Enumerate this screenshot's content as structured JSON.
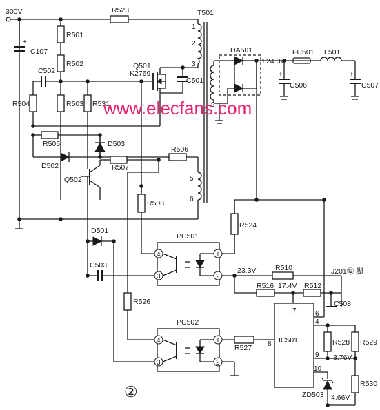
{
  "watermark": "www.elecfans.com",
  "figure_number": "②",
  "supply_label": "300V",
  "transformer": {
    "name": "T501",
    "pins": [
      "1",
      "2",
      "3",
      "5",
      "6",
      "8",
      "9"
    ]
  },
  "rectifier": {
    "name": "DA501",
    "pin": "1"
  },
  "mosfet": {
    "name": "Q501",
    "part": "K2769"
  },
  "transistor": {
    "name": "Q502"
  },
  "ic": {
    "name": "IC501",
    "pins": [
      "7",
      "6",
      "4",
      "8",
      "9",
      "10"
    ]
  },
  "optocouplers": [
    {
      "name": "PC501",
      "pins": [
        "4",
        "3",
        "1",
        "2"
      ]
    },
    {
      "name": "PC502",
      "pins": [
        "4",
        "3",
        "1",
        "2"
      ]
    }
  ],
  "resistors": [
    "R523",
    "R501",
    "R502",
    "R504",
    "R503",
    "R531",
    "R505",
    "R506",
    "R507",
    "R508",
    "R524",
    "R510",
    "R516",
    "R512",
    "R526",
    "R527",
    "R528",
    "R529",
    "R530"
  ],
  "capacitors": [
    "C107",
    "C502",
    "C501",
    "C506",
    "C507",
    "C503",
    "C508"
  ],
  "diodes": [
    "D503",
    "D502",
    "D501",
    "ZD503"
  ],
  "fuse": "FU501",
  "inductor": "L501",
  "voltages": {
    "output": "24.3V",
    "v_233": "23.3V",
    "v_174": "17.4V",
    "v_376": "3.76V",
    "v_466": "4.66V"
  },
  "pin_note": "J201⑫ 脚"
}
